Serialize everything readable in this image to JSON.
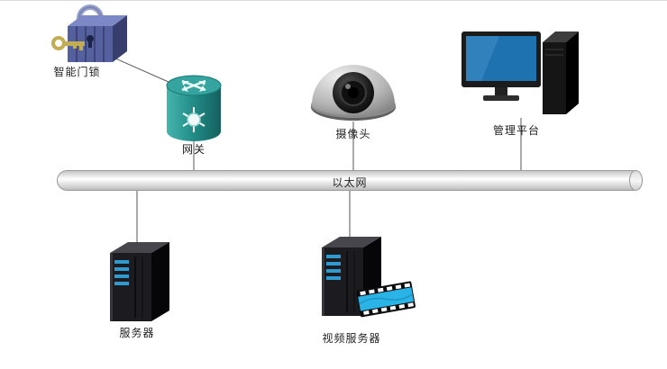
{
  "diagram": {
    "nodes": [
      {
        "id": "smart-lock",
        "label": "智能门锁"
      },
      {
        "id": "gateway",
        "label": "网关"
      },
      {
        "id": "camera",
        "label": "摄像头"
      },
      {
        "id": "management-platform",
        "label": "管理平台"
      },
      {
        "id": "ethernet-bus",
        "label": "以太网"
      },
      {
        "id": "server",
        "label": "服务器"
      },
      {
        "id": "video-server",
        "label": "视频服务器"
      }
    ],
    "edges": [
      {
        "from": "smart-lock",
        "to": "gateway"
      },
      {
        "from": "gateway",
        "to": "ethernet-bus"
      },
      {
        "from": "camera",
        "to": "ethernet-bus"
      },
      {
        "from": "management-platform",
        "to": "ethernet-bus"
      },
      {
        "from": "server",
        "to": "ethernet-bus"
      },
      {
        "from": "video-server",
        "to": "ethernet-bus"
      }
    ],
    "colors": {
      "lock_blue": "#55619f",
      "gateway_teal": "#2f9e9e",
      "screen_blue": "#1e72b0",
      "server_slot_blue": "#2e9ad0",
      "film_cyan": "#29b3e6",
      "connector_line": "#555555"
    }
  }
}
